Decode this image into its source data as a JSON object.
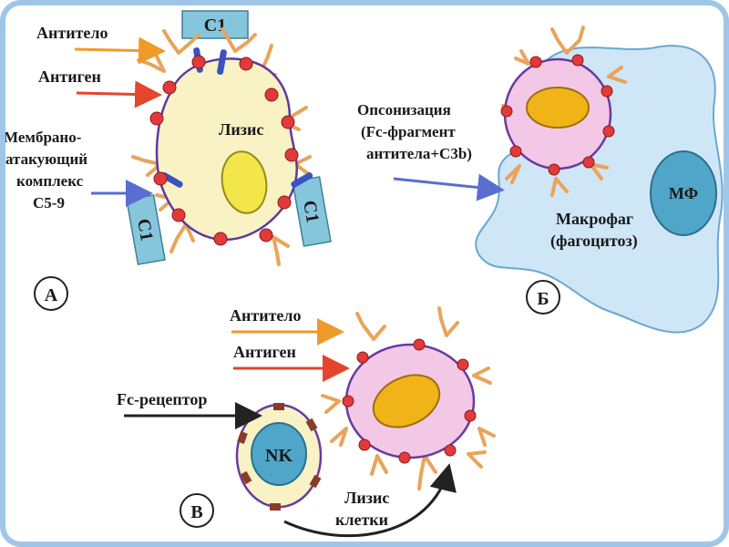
{
  "panel_a": {
    "antibody_label": "Антитело",
    "antigen_label": "Антиген",
    "mac_label": [
      "Мембрано-",
      "атакующий",
      "комплекс",
      "С5-9"
    ],
    "lysis_label": "Лизис",
    "c1_label": "С1",
    "panel_letter": "А"
  },
  "panel_b": {
    "opsonization_label": [
      "Опсонизация",
      "(Fc-фрагмент",
      "антитела+С3b)"
    ],
    "mf_label": "МФ",
    "macrophage_label": [
      "Макрофаг",
      "(фагоцитоз)"
    ],
    "panel_letter": "Б"
  },
  "panel_c": {
    "antibody_label": "Антитело",
    "antigen_label": "Антиген",
    "fc_receptor_label": "Fc-рецептор",
    "nk_label": "NK",
    "cell_lysis_label": [
      "Лизис",
      "клетки"
    ],
    "panel_letter": "В"
  },
  "colors": {
    "background": "#ffffff",
    "frame": "#9fc6e8",
    "target_cell_a": "#f8f2c4",
    "nucleus_a": "#f2e64a",
    "target_cell_pink": "#f3c8e6",
    "nucleus_orange": "#f0b418",
    "macrophage": "#cfe6f7",
    "nucleus_mf": "#4fa6c8",
    "antigen": "#e23a3a",
    "antibody": "#e8a45a",
    "c1": "#86c6dc",
    "mac_pore": "#3c52c0",
    "arrow_orange": "#f09a2a",
    "arrow_red": "#e4452c",
    "arrow_blue": "#5a6ed0",
    "arrow_black": "#222222"
  }
}
